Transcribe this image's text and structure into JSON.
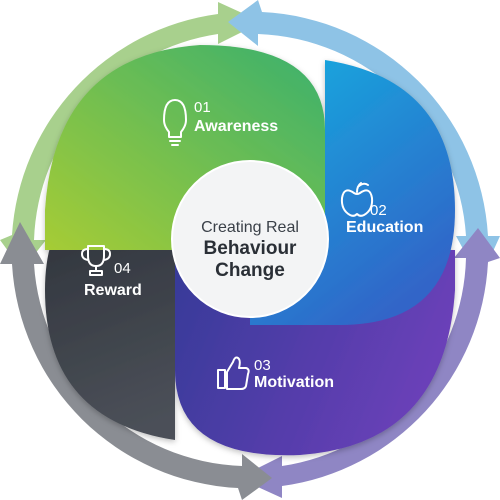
{
  "center": {
    "line1": "Creating Real",
    "line2": "Behaviour",
    "line3": "Change"
  },
  "steps": [
    {
      "number": "01",
      "label": "Awareness",
      "icon": "lightbulb-icon",
      "color_from": "#9bc93d",
      "color_to": "#3db36a"
    },
    {
      "number": "02",
      "label": "Education",
      "icon": "apple-icon",
      "color_from": "#1fa4d6",
      "color_to": "#2b6dc9"
    },
    {
      "number": "03",
      "label": "Motivation",
      "icon": "thumbs-up-icon",
      "color_from": "#3b3f9e",
      "color_to": "#6b3fb6"
    },
    {
      "number": "04",
      "label": "Reward",
      "icon": "trophy-icon",
      "color_from": "#2c3038",
      "color_to": "#4a4f57"
    }
  ],
  "ring_colors": {
    "top_left": "#a8d08d",
    "top_right": "#8ec3e6",
    "bottom_right": "#8f86c4",
    "bottom_left": "#8a8d93"
  }
}
